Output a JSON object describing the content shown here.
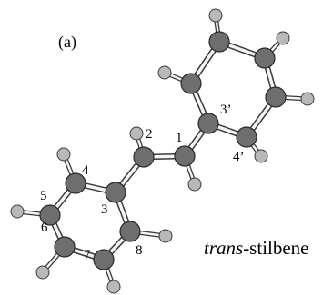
{
  "panel_label": "(a)",
  "caption_italic": "trans",
  "caption_rest": "-stilbene",
  "atom_labels": {
    "c1": "1",
    "c2": "2",
    "c3": "3",
    "c4": "4",
    "c5": "5",
    "c6": "6",
    "c7": "7",
    "c8": "8",
    "c3p": "3’",
    "c4p": "4’"
  },
  "colors": {
    "carbon": "#6e6e6e",
    "hydrogen": "#b9b9b9",
    "bond_outline": "#3a3a3a",
    "bond_fill": "#f4f4f4"
  }
}
